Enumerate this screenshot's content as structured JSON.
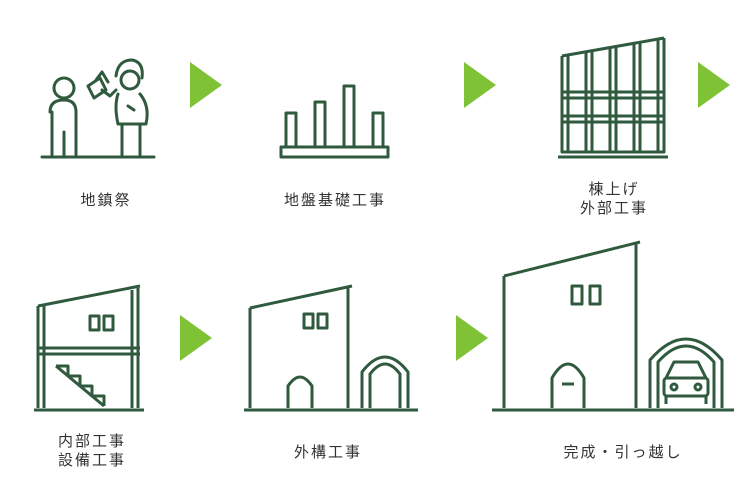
{
  "colors": {
    "line": "#2f5a3d",
    "arrow": "#7fc236",
    "text": "#333333"
  },
  "steps": [
    {
      "icon": "ground-breaking-ceremony-icon",
      "label_lines": [
        "地鎮祭"
      ]
    },
    {
      "icon": "foundation-work-icon",
      "label_lines": [
        "地盤基礎工事"
      ]
    },
    {
      "icon": "framing-exterior-work-icon",
      "label_lines": [
        "棟上げ",
        "外部工事"
      ]
    },
    {
      "icon": "interior-equipment-work-icon",
      "label_lines": [
        "内部工事",
        "設備工事"
      ]
    },
    {
      "icon": "exterior-landscaping-icon",
      "label_lines": [
        "外構工事"
      ]
    },
    {
      "icon": "completion-moving-icon",
      "label_lines": [
        "完成・引っ越し"
      ]
    }
  ]
}
